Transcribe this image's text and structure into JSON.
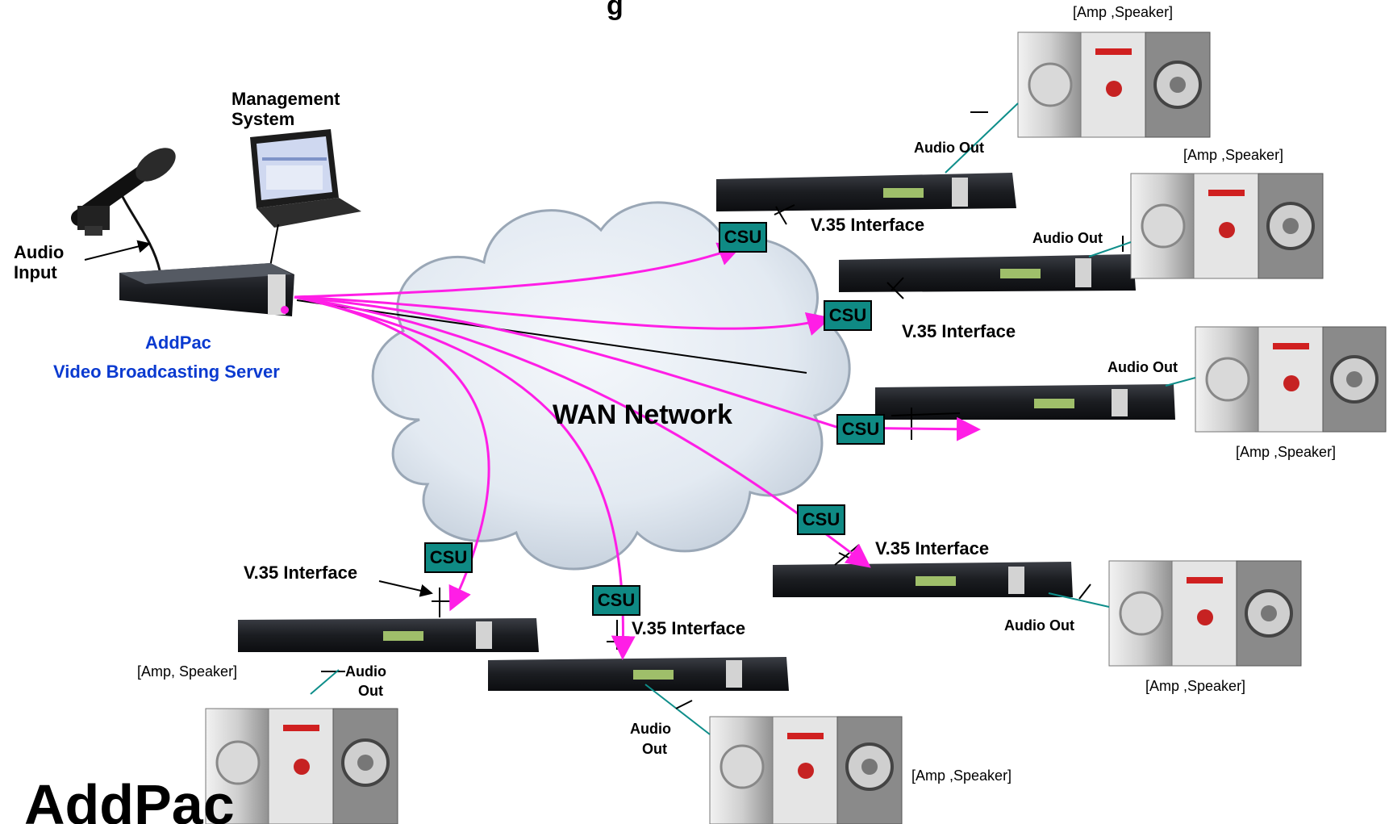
{
  "labels": {
    "title_fragment": "g",
    "management": "Management\nSystem",
    "audio_input": "Audio\nInput",
    "server_brand": "AddPac",
    "server_name": "Video Broadcasting Server",
    "wan": "WAN Network",
    "v35": "V.35 Interface",
    "audio_out": "Audio Out",
    "audio_out_two_line_1": "Audio",
    "audio_out_two_line_2": "Out",
    "csu": "CSU",
    "amp_speaker_a": "[Amp ,Speaker]",
    "amp_speaker_b": "[Amp, Speaker]",
    "logo_fragment": "AddPac"
  },
  "colors": {
    "stream": "#ff1ee6",
    "csu_fill": "#0f8a84",
    "audio_line": "#0e8e8a",
    "brand_blue": "#0a3ad0",
    "cloud_fill": "#dfe7f1",
    "cloud_edge": "#9aa7b6"
  }
}
